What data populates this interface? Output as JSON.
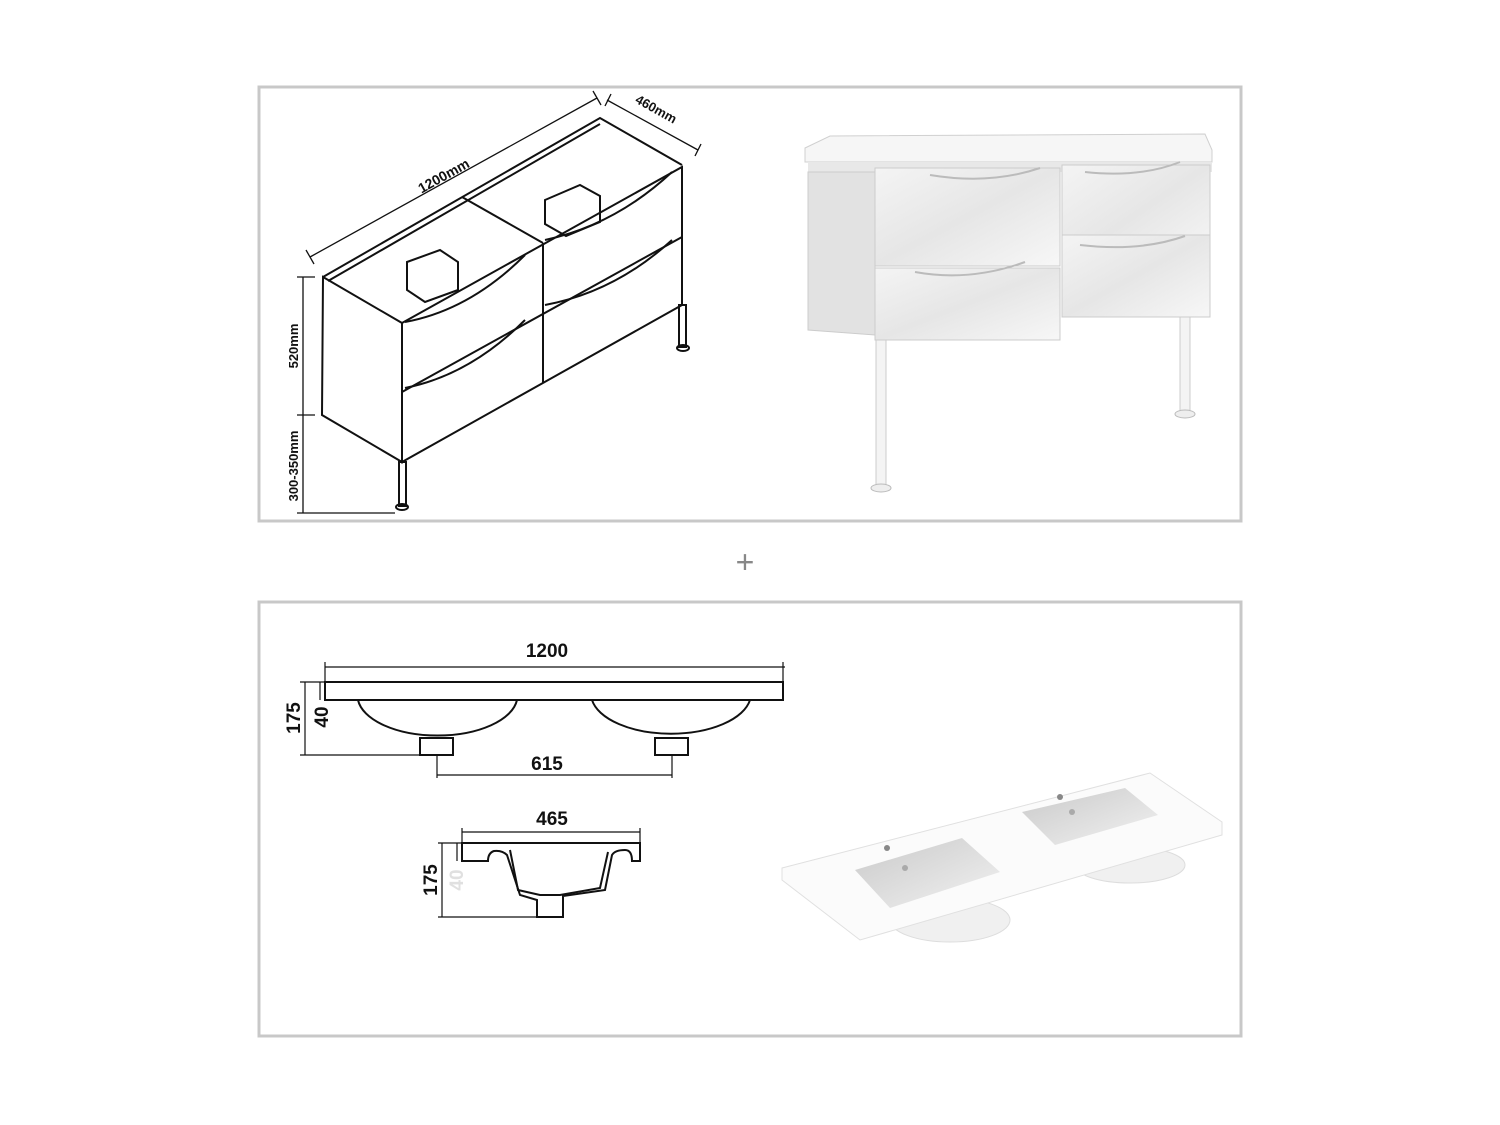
{
  "cabinet_drawing": {
    "width_label": "1200mm",
    "depth_label": "460mm",
    "height_label": "520mm",
    "leg_height_label": "300-350mm"
  },
  "separator_symbol": "+",
  "basin_drawing": {
    "front_view": {
      "width_label": "1200",
      "total_height_label": "175",
      "top_thickness_label": "40",
      "drain_spacing_label": "615"
    },
    "side_view": {
      "depth_label": "465",
      "total_height_label": "175",
      "top_thickness_label": "40"
    }
  },
  "colors": {
    "panel_border": "#c8c8c8",
    "line": "#111111"
  }
}
